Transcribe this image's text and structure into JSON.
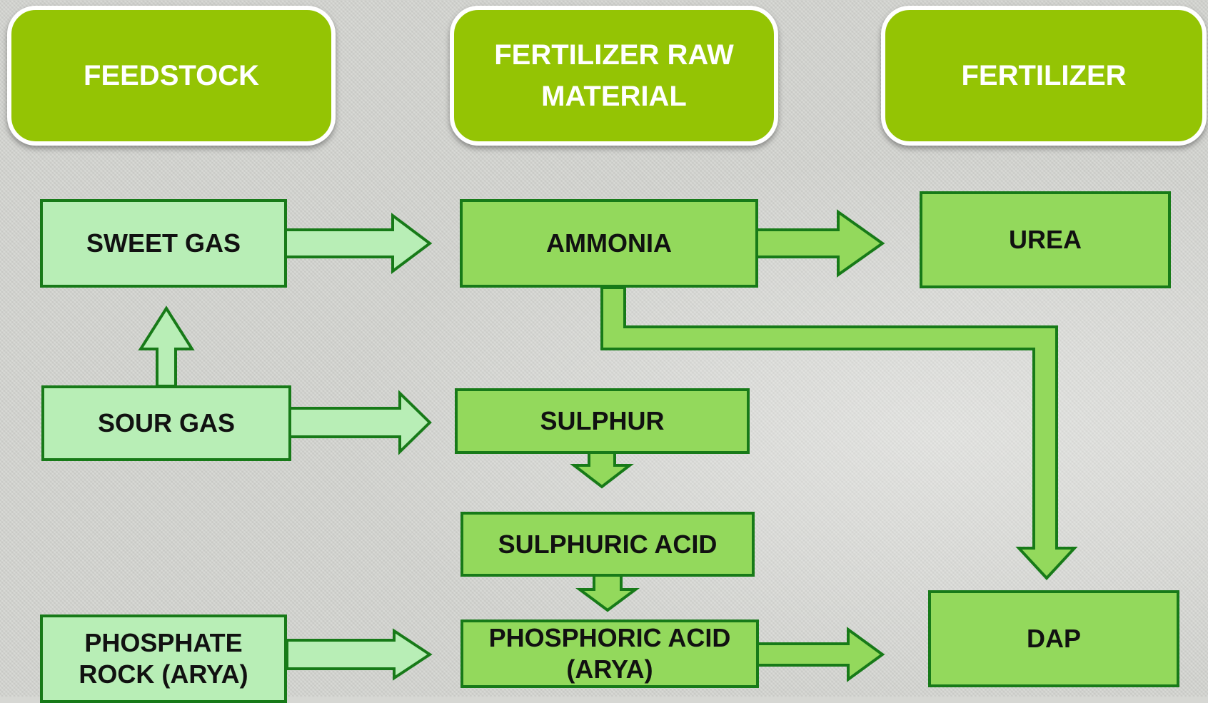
{
  "headers": {
    "feedstock": "FEEDSTOCK",
    "raw_material": "FERTILIZER RAW MATERIAL",
    "fertilizer": "FERTILIZER"
  },
  "nodes": {
    "sweet_gas": "SWEET GAS",
    "sour_gas": "SOUR GAS",
    "phosphate_rock": "PHOSPHATE ROCK (ARYA)",
    "ammonia": "AMMONIA",
    "sulphur": "SULPHUR",
    "sulphuric_acid": "SULPHURIC ACID",
    "phosphoric_acid": "PHOSPHORIC ACID (ARYA)",
    "urea": "UREA",
    "dap": "DAP"
  },
  "colors": {
    "header_fill": "#94c404",
    "header_border": "#ffffff",
    "feedstock_fill": "#b8eeb6",
    "material_fill": "#93d95c",
    "outline": "#177a18",
    "background": "#d3d4d0"
  }
}
